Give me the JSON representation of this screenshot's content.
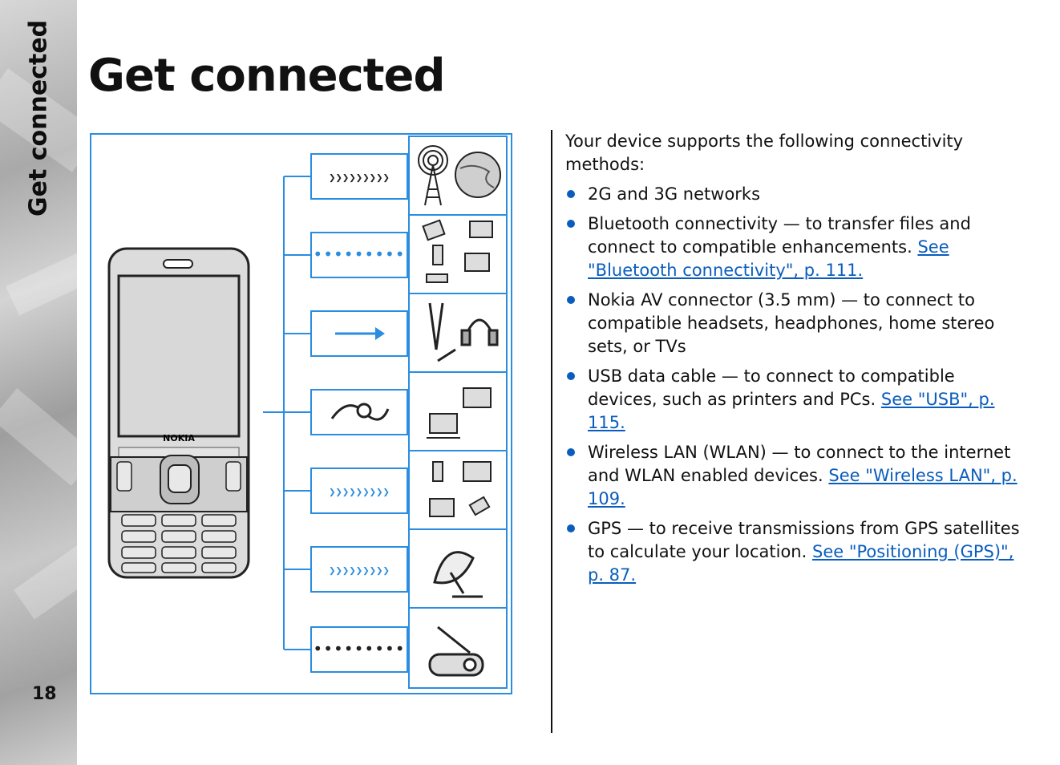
{
  "sidebar": {
    "section_label": "Get connected",
    "page_number": "18"
  },
  "page_title": "Get connected",
  "figure": {
    "device_brand": "NOKIA"
  },
  "content": {
    "intro": "Your device supports the following connectivity methods:",
    "items": [
      {
        "text": "2G and 3G networks",
        "link": ""
      },
      {
        "text": "Bluetooth connectivity — to transfer files and connect to compatible enhancements.",
        "link": "See \"Bluetooth connectivity\", p. 111."
      },
      {
        "text": "Nokia AV connector (3.5 mm) — to connect to compatible headsets, headphones, home stereo sets, or TVs",
        "link": ""
      },
      {
        "text": "USB data cable — to connect to compatible devices, such as printers and PCs.",
        "link": "See \"USB\", p. 115."
      },
      {
        "text": "Wireless LAN (WLAN) — to connect to the internet and WLAN enabled devices.",
        "link": "See \"Wireless LAN\", p. 109."
      },
      {
        "text": "GPS — to receive transmissions from GPS satellites to calculate your location.",
        "link": "See \"Positioning (GPS)\", p. 87."
      }
    ]
  },
  "colors": {
    "accent_blue": "#0a5dbd",
    "diagram_blue": "#2a8de0",
    "text": "#111111"
  }
}
